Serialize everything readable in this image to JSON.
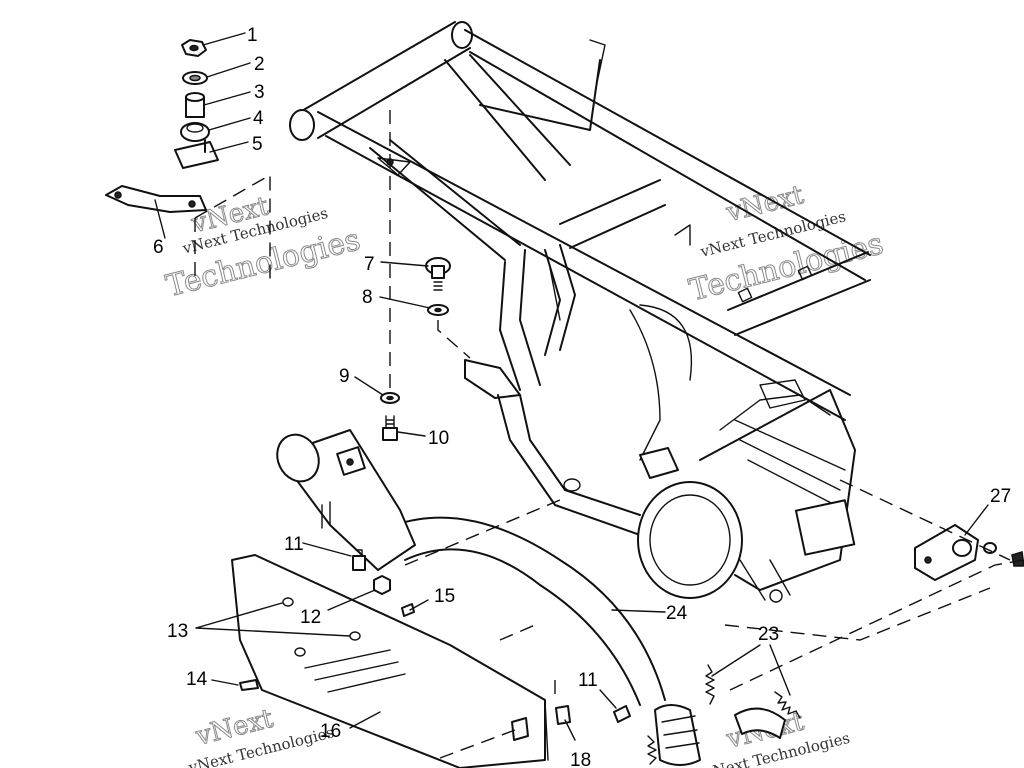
{
  "watermark": {
    "company": "vNext Technologies",
    "brand_big": "vNext",
    "brand_word": "Technologies"
  },
  "callouts": {
    "p1": "1",
    "p2": "2",
    "p3": "3",
    "p4": "4",
    "p5": "5",
    "p6": "6",
    "p7": "7",
    "p8": "8",
    "p9": "9",
    "p10": "10",
    "p11a": "11",
    "p11b": "11",
    "p12": "12",
    "p13": "13",
    "p14": "14",
    "p15": "15",
    "p16": "16",
    "p18": "18",
    "p23": "23",
    "p24": "24",
    "p27": "27"
  },
  "colors": {
    "line": "#111111",
    "watermark": "#8a8a8a",
    "background": "#ffffff"
  }
}
